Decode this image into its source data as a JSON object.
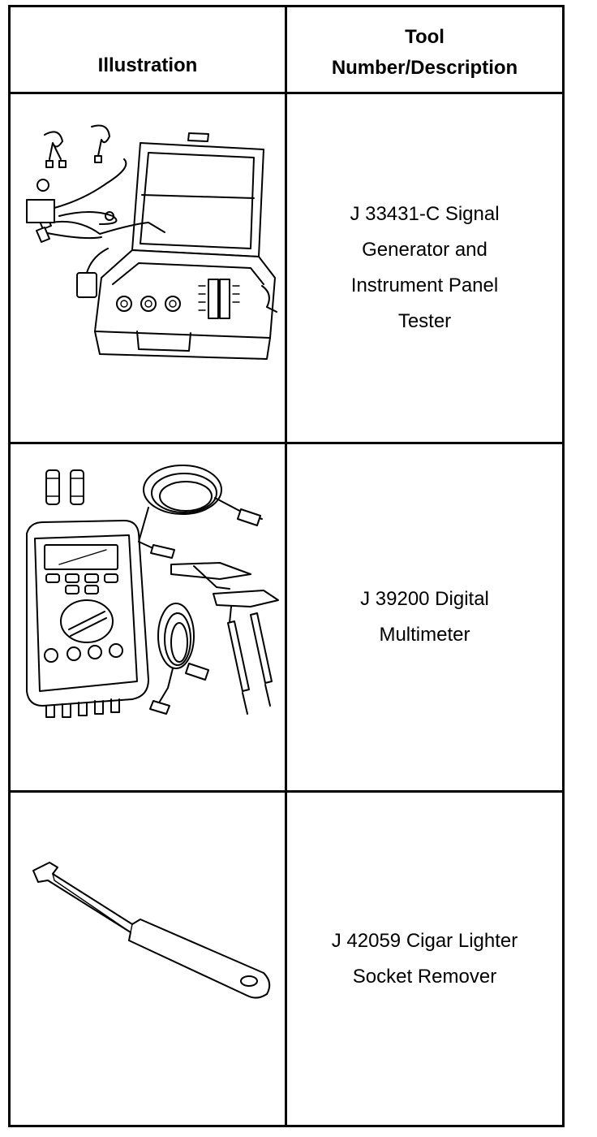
{
  "table": {
    "header": {
      "illustration": "Illustration",
      "description": "Tool\nNumber/Description"
    },
    "rows": [
      {
        "icon": "signal-generator-case-icon",
        "description": "J 33431-C Signal\nGenerator and\nInstrument Panel\n    Tester"
      },
      {
        "icon": "digital-multimeter-icon",
        "description": "J 39200 Digital\n  Multimeter"
      },
      {
        "icon": "socket-remover-tool-icon",
        "description": "J 42059 Cigar Lighter\n  Socket Remover"
      }
    ]
  }
}
